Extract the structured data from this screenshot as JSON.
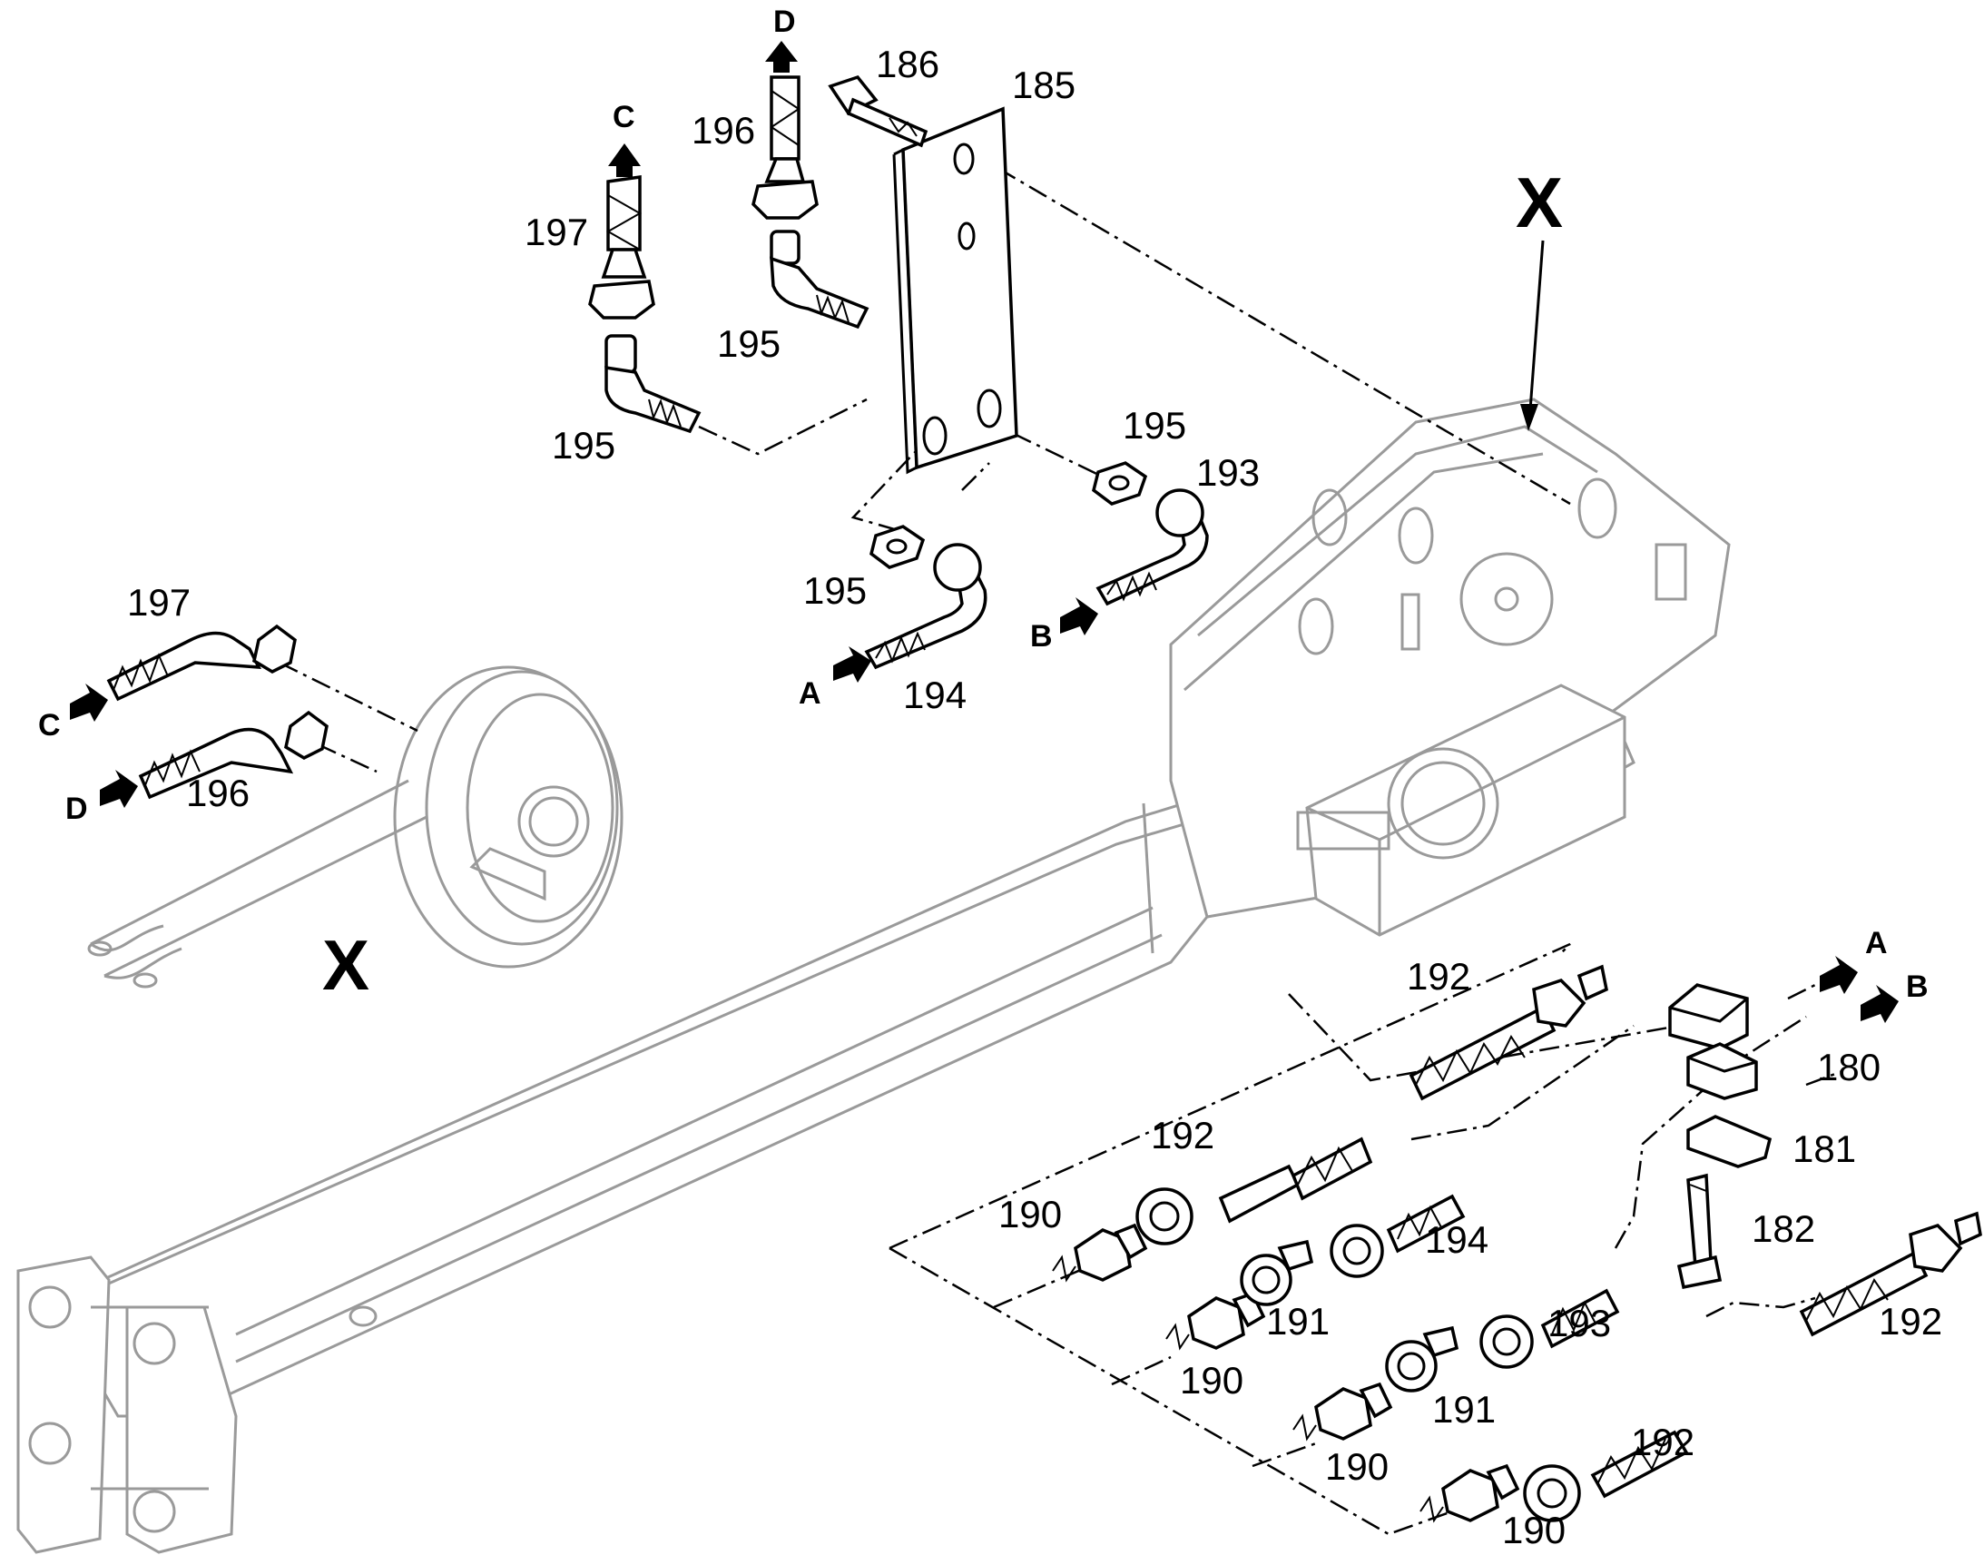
{
  "diagram": {
    "view_labels": [
      "X",
      "X"
    ],
    "callouts": {
      "c186": "186",
      "c185": "185",
      "c196_top": "196",
      "c197_top": "197",
      "c195_a": "195",
      "c195_b": "195",
      "c195_c": "195",
      "c195_d": "195",
      "c193_top": "193",
      "c194_top": "194",
      "c197_left": "197",
      "c196_left": "196",
      "c192_a": "192",
      "c192_b": "192",
      "c192_c": "192",
      "c192_d": "192",
      "c190_a": "190",
      "c190_b": "190",
      "c190_c": "190",
      "c190_d": "190",
      "c191_a": "191",
      "c191_b": "191",
      "c194_bot": "194",
      "c193_bot": "193",
      "c180": "180",
      "c181": "181",
      "c182": "182"
    },
    "connection_letters": {
      "top_c": "C",
      "top_d": "D",
      "mid_a": "A",
      "mid_b": "B",
      "left_c": "C",
      "left_d": "D",
      "right_a": "A",
      "right_b": "B"
    },
    "colors": {
      "line": "#000000",
      "frame_line": "#9a9a9a",
      "background": "#ffffff"
    }
  }
}
